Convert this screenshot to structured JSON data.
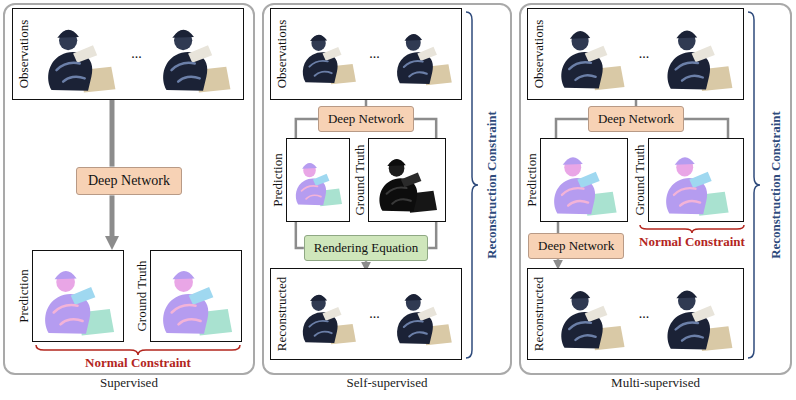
{
  "diagram": {
    "nodes": [
      {
        "text": [
          "Supervised"
        ]
      },
      {
        "text": [
          "Observations",
          "..."
        ],
        "in": 0
      },
      {
        "text": [
          "Deep Network"
        ],
        "in": 0
      },
      {
        "text": [
          "Prediction"
        ],
        "in": 0
      },
      {
        "text": [
          "Ground Truth"
        ],
        "in": 0
      },
      {
        "text": [
          "Self-supervised"
        ]
      },
      {
        "text": [
          "Observations",
          "..."
        ],
        "in": 5
      },
      {
        "text": [
          "Deep Network"
        ],
        "in": 5
      },
      {
        "text": [
          "Prediction"
        ],
        "in": 5
      },
      {
        "text": [
          "Ground Truth"
        ],
        "in": 5
      },
      {
        "text": [
          "Rendering Equation"
        ],
        "in": 5
      },
      {
        "text": [
          "Reconstructed",
          "..."
        ],
        "in": 5
      },
      {
        "text": [
          "Multi-supervised"
        ]
      },
      {
        "text": [
          "Observations",
          "..."
        ],
        "in": 12
      },
      {
        "text": [
          "Deep Network"
        ],
        "in": 12
      },
      {
        "text": [
          "Prediction"
        ],
        "in": 12
      },
      {
        "text": [
          "Ground Truth"
        ],
        "in": 12
      },
      {
        "text": [
          "Deep Network"
        ],
        "in": 12
      },
      {
        "text": [
          "Reconstructed",
          "..."
        ],
        "in": 12
      }
    ],
    "edges": [
      {
        "from": 1,
        "to": 2,
        "arrow": "none"
      },
      {
        "from": 2,
        "to": 3,
        "arrow": "to"
      },
      {
        "from": 6,
        "to": 7,
        "arrow": "none"
      },
      {
        "from": 7,
        "to": 8,
        "arrow": "none"
      },
      {
        "from": 7,
        "to": 9,
        "arrow": "none"
      },
      {
        "from": 8,
        "to": 10,
        "arrow": "none"
      },
      {
        "from": 9,
        "to": 10,
        "arrow": "none"
      },
      {
        "from": 10,
        "to": 11,
        "arrow": "to"
      },
      {
        "from": 13,
        "to": 14,
        "arrow": "none"
      },
      {
        "from": 14,
        "to": 15,
        "arrow": "none"
      },
      {
        "from": 14,
        "to": 16,
        "arrow": "none"
      },
      {
        "from": 15,
        "to": 17,
        "arrow": "none"
      },
      {
        "from": 17,
        "to": 18,
        "arrow": "to"
      }
    ],
    "labels": [
      "Normal Constraint",
      "Reconstruction Constraint",
      "Normal Constraint",
      "Reconstruction Constraint"
    ]
  }
}
